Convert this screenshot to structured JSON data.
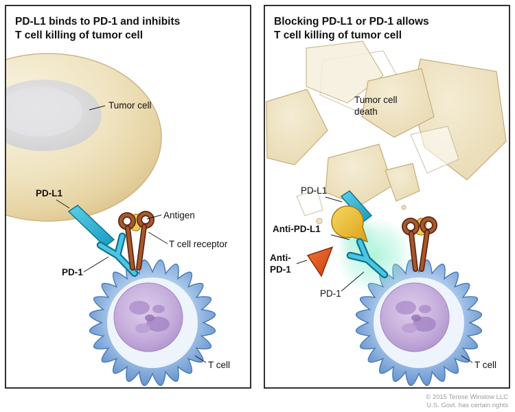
{
  "panels": {
    "left": {
      "title1": "PD-L1 binds to PD-1 and inhibits",
      "title2": "T cell killing of tumor cell",
      "labels": {
        "tumor_cell": "Tumor cell",
        "pdl1": "PD-L1",
        "antigen": "Antigen",
        "t_cell_receptor": "T cell receptor",
        "pd1": "PD-1",
        "t_cell": "T cell"
      }
    },
    "right": {
      "title1": "Blocking PD-L1 or PD-1 allows",
      "title2": "T cell killing of tumor cell",
      "labels": {
        "tumor_death1": "Tumor cell",
        "tumor_death2": "death",
        "pdl1": "PD-L1",
        "anti_pdl1": "Anti-PD-L1",
        "anti_pd1_1": "Anti-",
        "anti_pd1_2": "PD-1",
        "pd1": "PD-1",
        "t_cell": "T cell"
      }
    }
  },
  "footer": {
    "copyright1": "© 2015 Terese Winslow LLC",
    "copyright2": "U.S. Govt. has certain rights"
  },
  "colors": {
    "pdl1_cyan": "#2ab5d8",
    "tcr_brown": "#a0522d",
    "antigen_yellow": "#edcb52",
    "anti_pdl1_yellow": "#f2c93e",
    "anti_pd1_red": "#e05a1e",
    "tumor_cream": "#ecdcb2",
    "t_cell_blue": "#7fa9dc",
    "nucleus_purple": "#b79ad3",
    "glow_green": "#8cf0c8"
  }
}
